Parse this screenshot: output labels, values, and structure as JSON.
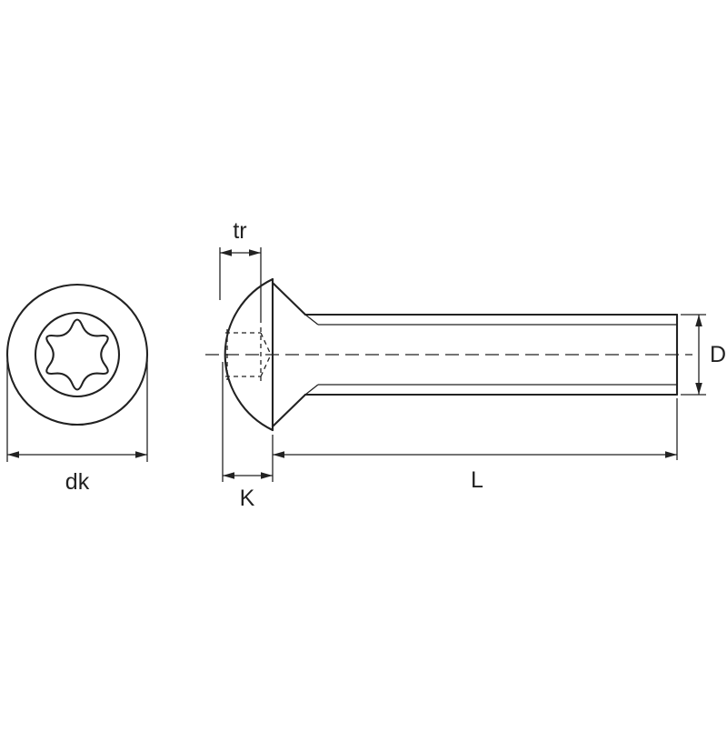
{
  "drawing": {
    "type": "technical-dimension-drawing",
    "views": {
      "front": "screw-head-front-view-with-torx-recess",
      "side": "screw-side-view"
    },
    "labels": {
      "tr": "tr",
      "dk": "dk",
      "k": "K",
      "l": "L",
      "d": "D"
    },
    "colors": {
      "line": "#222222",
      "background": "#ffffff"
    }
  }
}
